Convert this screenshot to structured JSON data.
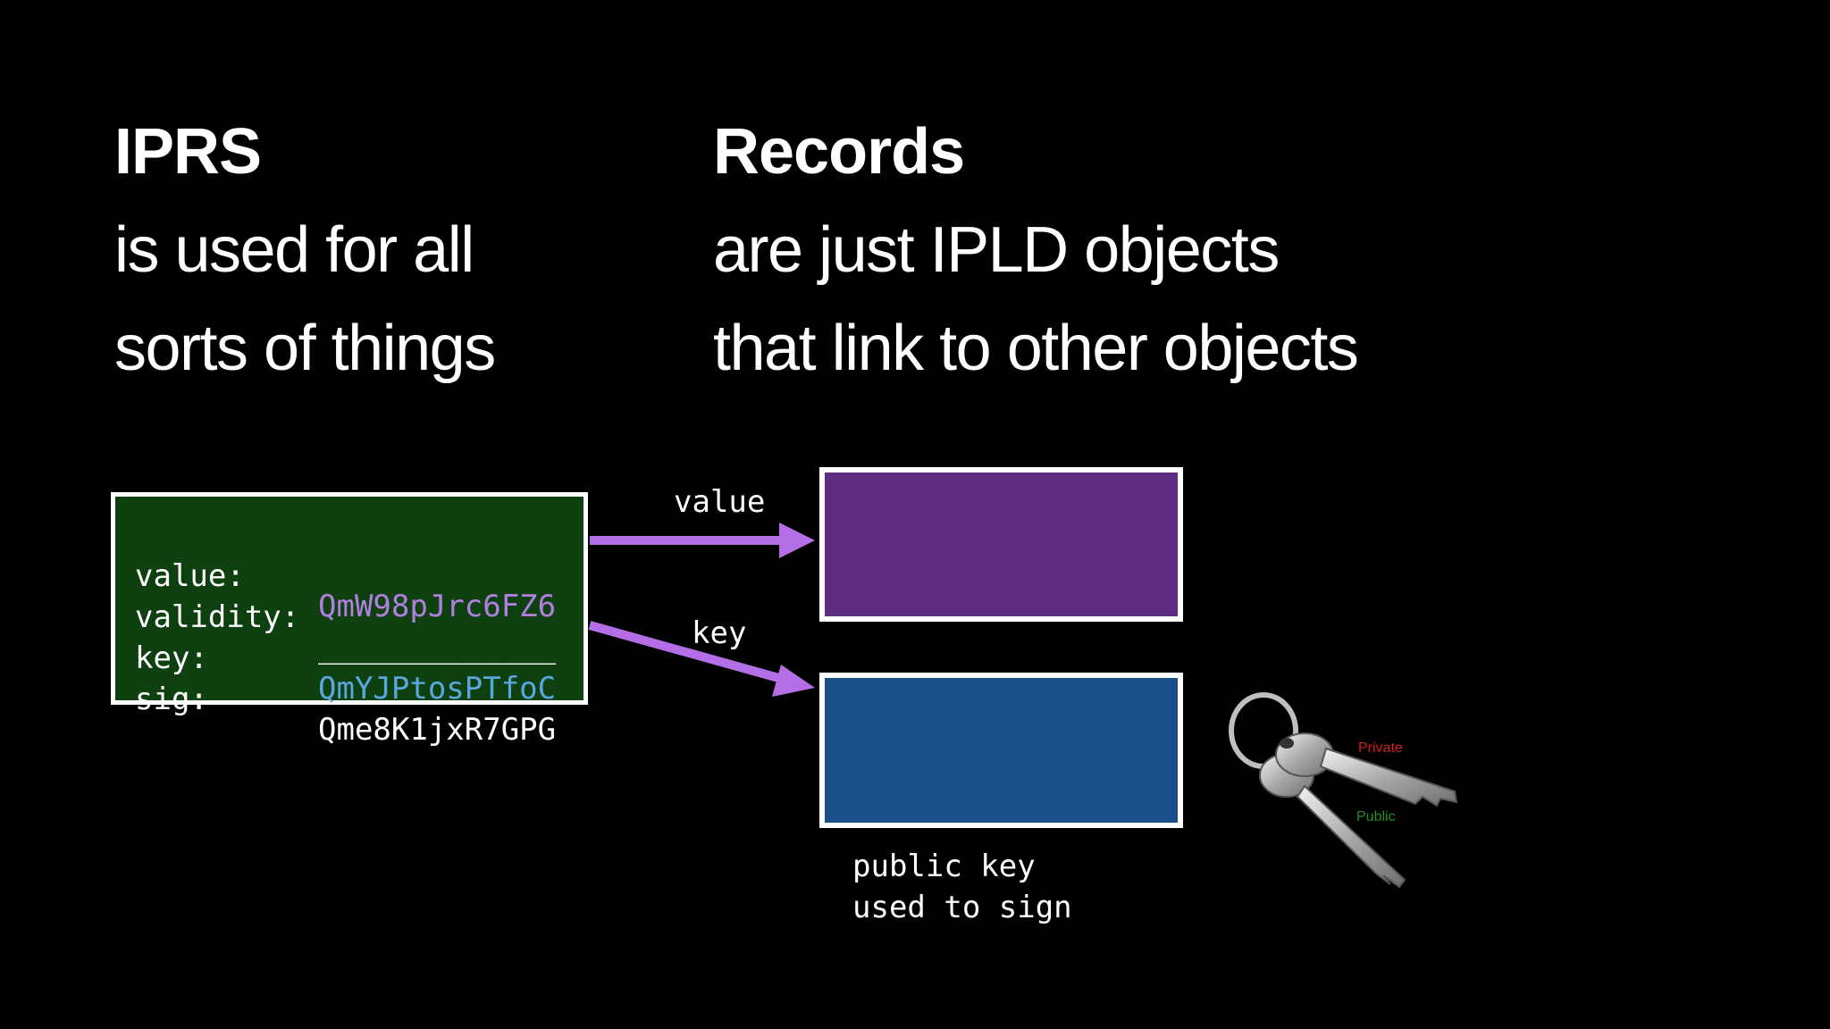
{
  "left_column": {
    "heading": "IPRS",
    "line1": "is used for all",
    "line2": "sorts of things"
  },
  "right_column": {
    "heading": "Records",
    "line1": "are just IPLD objects",
    "line2": "that link to other objects"
  },
  "record": {
    "rows": [
      {
        "key": "value:",
        "val": "QmW98pJrc6FZ6",
        "color": "#b07fe0"
      },
      {
        "key": "validity:",
        "val": "_____________",
        "color": "#ffffff"
      },
      {
        "key": "key:",
        "val": "QmYJPtosPTfoC",
        "color": "#5aa7e0"
      },
      {
        "key": "sig:",
        "val": "Qme8K1jxR7GPG",
        "color": "#ffffff"
      }
    ],
    "background": "#0e4010"
  },
  "arrows": {
    "value_label": "value",
    "key_label": "key",
    "color": "#b46ee6"
  },
  "targets": {
    "value_color": "#5f2d7f",
    "key_color": "#1a4f8a",
    "caption_line1": "public key",
    "caption_line2": "used to sign"
  },
  "keys_image": {
    "icon": "keys-icon",
    "private_label": "Private",
    "public_label": "Public"
  }
}
